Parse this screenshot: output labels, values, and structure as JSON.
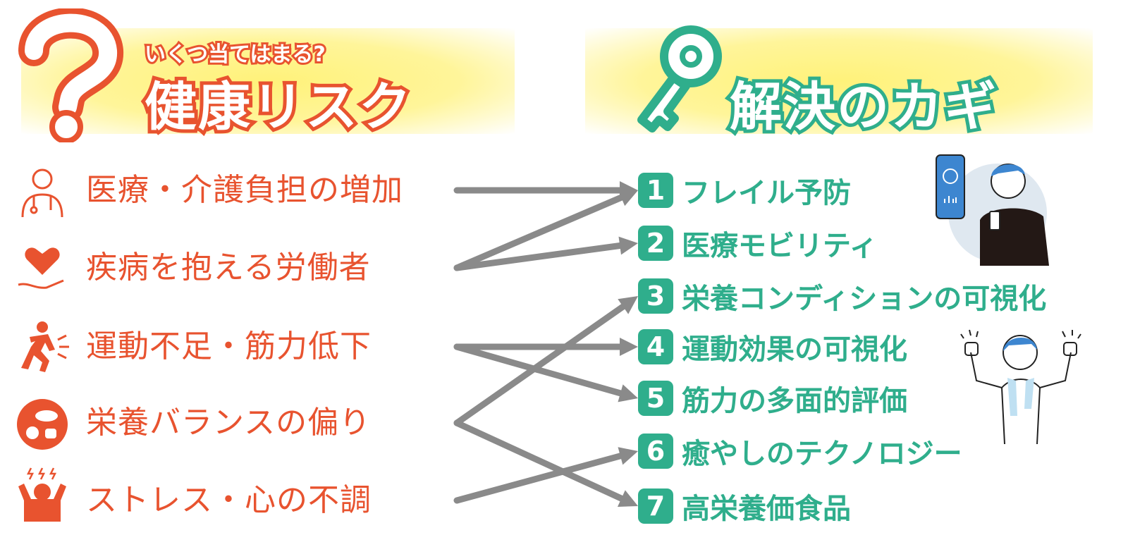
{
  "left_header": {
    "subtitle": "いくつ当てはまる?",
    "title": "健康リスク",
    "icon": "question-mark-icon"
  },
  "right_header": {
    "title": "解決のカギ",
    "icon": "key-icon"
  },
  "risks": [
    {
      "label": "医療・介護負担の増加",
      "icon": "doctor-icon"
    },
    {
      "label": "疾病を抱える労働者",
      "icon": "heart-hand-icon"
    },
    {
      "label": "運動不足・筋力低下",
      "icon": "injured-runner-icon"
    },
    {
      "label": "栄養バランスの偏り",
      "icon": "food-icon"
    },
    {
      "label": "ストレス・心の不調",
      "icon": "stressed-person-icon"
    }
  ],
  "solutions": [
    {
      "num": "1",
      "label": "フレイル予防"
    },
    {
      "num": "2",
      "label": "医療モビリティ"
    },
    {
      "num": "3",
      "label": "栄養コンディションの可視化"
    },
    {
      "num": "4",
      "label": "運動効果の可視化"
    },
    {
      "num": "5",
      "label": "筋力の多面的評価"
    },
    {
      "num": "6",
      "label": "癒やしのテクノロジー"
    },
    {
      "num": "7",
      "label": "高栄養価食品"
    }
  ],
  "connections": [
    [
      1,
      1
    ],
    [
      2,
      1
    ],
    [
      2,
      2
    ],
    [
      3,
      4
    ],
    [
      3,
      5
    ],
    [
      4,
      3
    ],
    [
      4,
      7
    ],
    [
      5,
      6
    ]
  ],
  "colors": {
    "risk": "#e8532f",
    "solution": "#2fae8c",
    "arrow": "#8a8a8a",
    "highlight": "#fff27a"
  }
}
